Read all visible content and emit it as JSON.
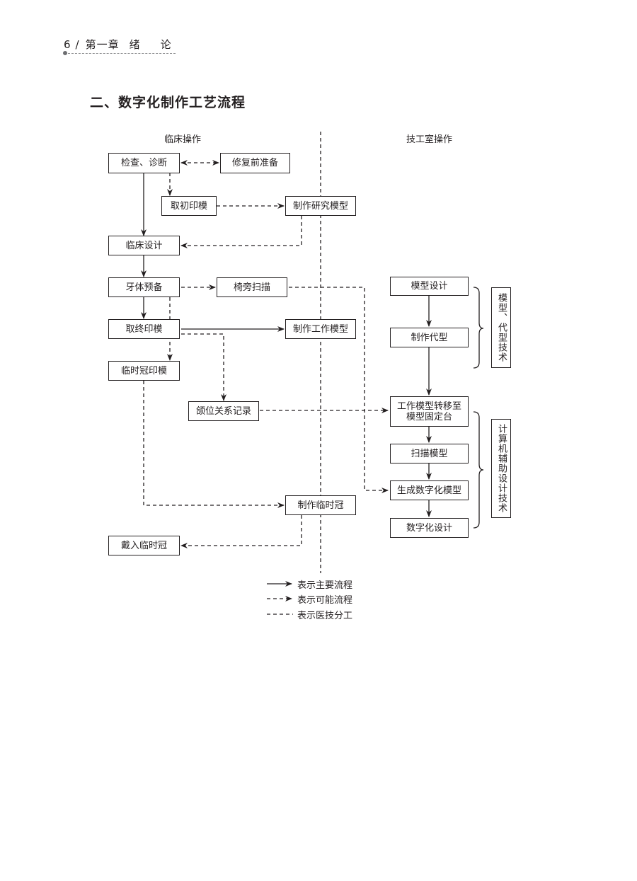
{
  "header": {
    "page_number": "6",
    "separator": "/",
    "chapter": "第一章",
    "title_char1": "绪",
    "title_char2": "论"
  },
  "section_title": "二、数字化制作工艺流程",
  "diagram": {
    "columns": {
      "clinical": "临床操作",
      "lab": "技工室操作"
    },
    "nodes": {
      "exam": "检查、诊断",
      "pre_restore": "修复前准备",
      "prelim_impression": "取初印模",
      "study_model": "制作研究模型",
      "clinical_design": "临床设计",
      "tooth_prep": "牙体预备",
      "chairside_scan": "椅旁扫描",
      "final_impression": "取终印模",
      "working_model": "制作工作模型",
      "temp_impression": "临时冠印模",
      "jaw_relation": "颌位关系记录",
      "model_design": "模型设计",
      "make_die": "制作代型",
      "transfer_line1": "工作模型转移至",
      "transfer_line2": "模型固定台",
      "scan_model": "扫描模型",
      "gen_digital": "生成数字化模型",
      "digital_design": "数字化设计",
      "make_temp": "制作临时冠",
      "wear_temp": "戴入临时冠"
    },
    "groups": {
      "model_die_tech": "模型、代型技术",
      "cad_tech": "计算机辅助设计技术"
    },
    "edges": [
      {
        "from": "exam",
        "to": "pre_restore",
        "type": "possible",
        "bidirectional": true
      },
      {
        "from": "exam",
        "to": "prelim_impression",
        "type": "possible"
      },
      {
        "from": "exam",
        "to": "clinical_design",
        "type": "main"
      },
      {
        "from": "prelim_impression",
        "to": "study_model",
        "type": "possible"
      },
      {
        "from": "study_model",
        "to": "clinical_design",
        "type": "possible"
      },
      {
        "from": "clinical_design",
        "to": "tooth_prep",
        "type": "main"
      },
      {
        "from": "tooth_prep",
        "to": "chairside_scan",
        "type": "possible"
      },
      {
        "from": "tooth_prep",
        "to": "final_impression",
        "type": "main"
      },
      {
        "from": "tooth_prep",
        "to": "temp_impression",
        "type": "possible"
      },
      {
        "from": "chairside_scan",
        "to": "gen_digital",
        "type": "possible"
      },
      {
        "from": "final_impression",
        "to": "working_model",
        "type": "main"
      },
      {
        "from": "final_impression",
        "to": "jaw_relation",
        "type": "possible"
      },
      {
        "from": "jaw_relation",
        "to": "transfer",
        "type": "possible"
      },
      {
        "from": "temp_impression",
        "to": "make_temp",
        "type": "possible"
      },
      {
        "from": "make_temp",
        "to": "wear_temp",
        "type": "possible"
      },
      {
        "from": "model_design",
        "to": "make_die",
        "type": "main"
      },
      {
        "from": "make_die",
        "to": "transfer",
        "type": "main"
      },
      {
        "from": "transfer",
        "to": "scan_model",
        "type": "main"
      },
      {
        "from": "scan_model",
        "to": "gen_digital",
        "type": "main"
      },
      {
        "from": "gen_digital",
        "to": "digital_design",
        "type": "main"
      }
    ],
    "legend": {
      "main": "表示主要流程",
      "possible": "表示可能流程",
      "division": "表示医技分工"
    }
  }
}
